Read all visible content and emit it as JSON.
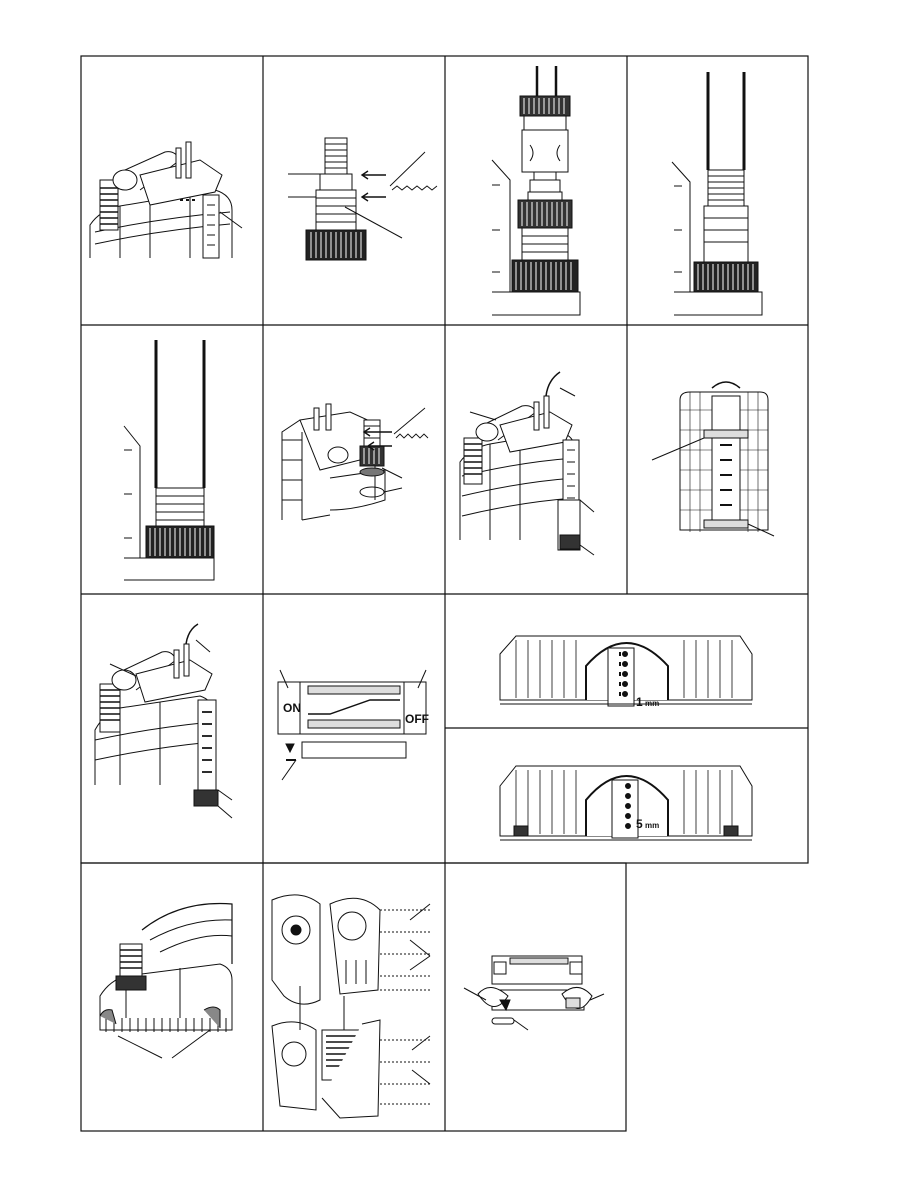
{
  "document": {
    "title": "",
    "layout": "instruction-manual illustration grid, 4 columns x 4 rows, 15 illustrated panels"
  },
  "panels": [
    {
      "id": "p1",
      "depicts": "pump top with hose connectors and level indicator"
    },
    {
      "id": "p2",
      "depicts": "stepped hose adapter with cut marks"
    },
    {
      "id": "p3",
      "depicts": "quick-connect coupling assembly on threaded outlet"
    },
    {
      "id": "p4",
      "depicts": "hose pushed over adapter"
    },
    {
      "id": "p5",
      "depicts": "hose pushed fully onto adapter"
    },
    {
      "id": "p6",
      "depicts": "pump top with adapter, gasket and ring"
    },
    {
      "id": "p7",
      "depicts": "pump with float switch cable attached"
    },
    {
      "id": "p8",
      "depicts": "rear view of float switch rail"
    },
    {
      "id": "p9",
      "depicts": "pump with float switch mounted"
    },
    {
      "id": "p10",
      "depicts": "switch slide with ON / OFF positions",
      "labels": {
        "on": "ON",
        "off": "OFF"
      }
    },
    {
      "id": "p11",
      "depicts": "pump base set to 1 mm",
      "labels": {
        "setting": "1",
        "unit": "mm"
      }
    },
    {
      "id": "p12",
      "depicts": "pump base set to 5 mm",
      "labels": {
        "setting": "5",
        "unit": "mm"
      }
    },
    {
      "id": "p13",
      "depicts": "pump base with locking clips"
    },
    {
      "id": "p14",
      "depicts": "exploded housing with screws"
    },
    {
      "id": "p15",
      "depicts": "base plate removal"
    }
  ]
}
